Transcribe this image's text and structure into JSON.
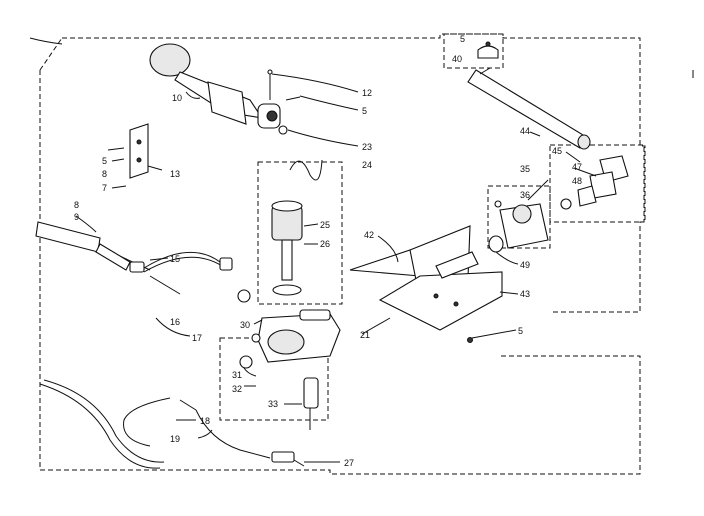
{
  "diagram": {
    "callouts": [
      {
        "id": "c-5-top",
        "text": "5"
      },
      {
        "id": "c-40",
        "text": "40"
      },
      {
        "id": "c-12",
        "text": "12"
      },
      {
        "id": "c-5-a",
        "text": "5"
      },
      {
        "id": "c-10-top",
        "text": "10"
      },
      {
        "id": "c-23",
        "text": "23"
      },
      {
        "id": "c-44",
        "text": "44"
      },
      {
        "id": "c-5-b",
        "text": "5"
      },
      {
        "id": "c-8",
        "text": "8"
      },
      {
        "id": "c-13",
        "text": "13"
      },
      {
        "id": "c-7",
        "text": "7"
      },
      {
        "id": "c-24",
        "text": "24"
      },
      {
        "id": "c-45",
        "text": "45"
      },
      {
        "id": "c-35",
        "text": "35"
      },
      {
        "id": "c-47",
        "text": "47"
      },
      {
        "id": "c-48",
        "text": "48"
      },
      {
        "id": "c-36",
        "text": "36"
      },
      {
        "id": "c-8b",
        "text": "8"
      },
      {
        "id": "c-9",
        "text": "9"
      },
      {
        "id": "c-25",
        "text": "25"
      },
      {
        "id": "c-26",
        "text": "26"
      },
      {
        "id": "c-42",
        "text": "42"
      },
      {
        "id": "c-49",
        "text": "49"
      },
      {
        "id": "c-15",
        "text": "15"
      },
      {
        "id": "c-43",
        "text": "43"
      },
      {
        "id": "c-16",
        "text": "16"
      },
      {
        "id": "c-17",
        "text": "17"
      },
      {
        "id": "c-30",
        "text": "30"
      },
      {
        "id": "c-21",
        "text": "21"
      },
      {
        "id": "c-5-c",
        "text": "5"
      },
      {
        "id": "c-31",
        "text": "31"
      },
      {
        "id": "c-32",
        "text": "32"
      },
      {
        "id": "c-33",
        "text": "33"
      },
      {
        "id": "c-18",
        "text": "18"
      },
      {
        "id": "c-19",
        "text": "19"
      },
      {
        "id": "c-27",
        "text": "27"
      }
    ]
  }
}
